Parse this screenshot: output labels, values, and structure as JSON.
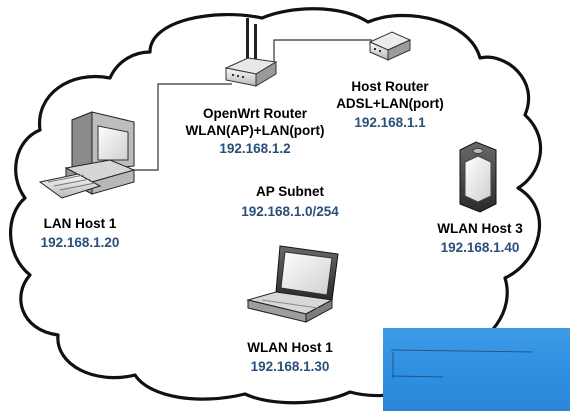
{
  "colors": {
    "ip_text": "#2a4f7a",
    "label_text": "#000000",
    "cloud_stroke": "#111111",
    "overlay": "#3394e2"
  },
  "nodes": {
    "openwrt": {
      "icon": "wireless-router-icon",
      "name": "OpenWrt Router",
      "desc": "WLAN(AP)+LAN(port)",
      "ip": "192.168.1.2"
    },
    "host_router": {
      "icon": "router-icon",
      "name": "Host Router",
      "desc": "ADSL+LAN(port)",
      "ip": "192.168.1.1"
    },
    "lan_host1": {
      "icon": "desktop-computer-icon",
      "name": "LAN Host 1",
      "ip": "192.168.1.20"
    },
    "wlan_host1": {
      "icon": "laptop-icon",
      "name": "WLAN Host 1",
      "ip": "192.168.1.30"
    },
    "wlan_host3": {
      "icon": "pda-icon",
      "name": "WLAN Host 3",
      "ip": "192.168.1.40"
    }
  },
  "subnet": {
    "name": "AP Subnet",
    "range": "192.168.1.0/254"
  }
}
